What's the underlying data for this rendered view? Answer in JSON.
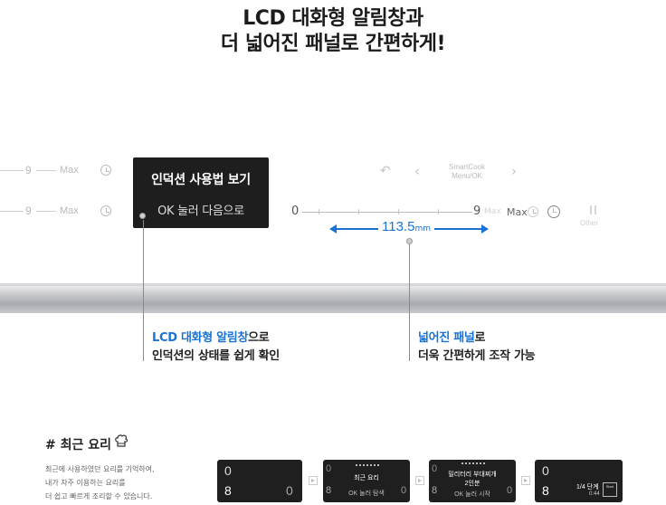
{
  "headline": {
    "line1": "LCD 대화형 알림창과",
    "line2": "더 넓어진 패널로 간편하게!"
  },
  "controls": {
    "row1": {
      "level": "9",
      "max": "Max"
    },
    "row2": {
      "level": "9",
      "max": "Max"
    },
    "slider": {
      "min": "0",
      "level": "9",
      "max": "Max",
      "ghost_max": "Max"
    },
    "smartcook": {
      "line1": "SmartCook",
      "line2": "Menu/OK"
    },
    "other": "Other"
  },
  "lcd": {
    "line1": "인덕션 사용법 보기",
    "line2": "OK 눌러 다음으로"
  },
  "measure": {
    "value": "113.5",
    "unit": "mm"
  },
  "callouts": {
    "left": {
      "highlight": "LCD 대화형 알림창",
      "suffix": "으로",
      "line2": "인덕션의 상태를 쉽게 확인"
    },
    "right": {
      "highlight": "넓어진 패널",
      "suffix": "로",
      "line2": "더욱 간편하게 조작 가능"
    }
  },
  "recent": {
    "title": "# 최근 요리",
    "desc": [
      "최근에 사용하였던 요리를 기억하여,",
      "내가 자주 이용하는 요리를",
      "더 쉽고 빠르게 조리할 수 있습니다."
    ]
  },
  "screens": [
    {
      "top": "0",
      "bottom": "8",
      "right": "0"
    },
    {
      "top": "0",
      "bottom": "8",
      "label1": "최근 요리",
      "label2": "OK 눌러 탐색",
      "right": "0"
    },
    {
      "top": "0",
      "bottom": "8",
      "label1": "밀리터리 부대찌개",
      "label1b": "2인분",
      "label2": "OK 눌러 시작",
      "right": "0"
    },
    {
      "top": "0",
      "bottom": "8",
      "label1": "1/4 단계",
      "label2": "0:44",
      "badge": "Start"
    }
  ],
  "colors": {
    "accent": "#1a73d4",
    "lcd_bg": "#1e1e1e"
  }
}
